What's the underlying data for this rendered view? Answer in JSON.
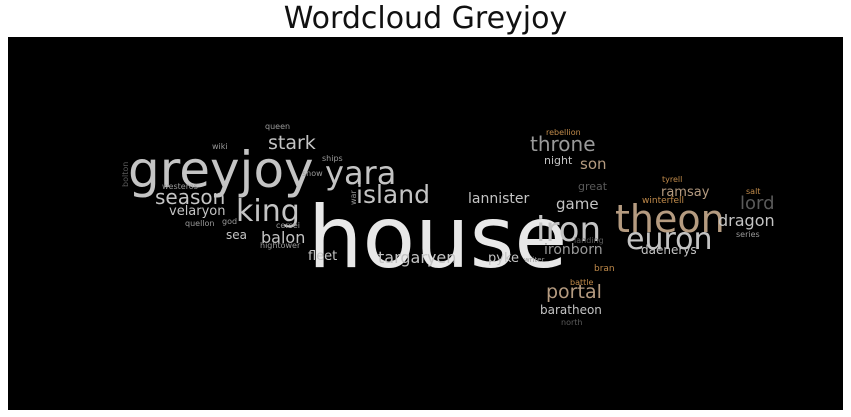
{
  "title": "Wordcloud Greyjoy",
  "palette": {
    "background": "#000000",
    "white": "#e8e8e8",
    "light_gray": "#c4c4c4",
    "mid_gray": "#9a9a9a",
    "dark_gray": "#5a5a5a",
    "tan": "#b59b80",
    "orange": "#c08a4a"
  },
  "words": [
    {
      "text": "house",
      "size": 86,
      "color": "white"
    },
    {
      "text": "greyjoy",
      "size": 50,
      "color": "light_gray"
    },
    {
      "text": "theon",
      "size": 38,
      "color": "tan"
    },
    {
      "text": "iron",
      "size": 34,
      "color": "light_gray"
    },
    {
      "text": "euron",
      "size": 30,
      "color": "light_gray"
    },
    {
      "text": "yara",
      "size": 32,
      "color": "light_gray"
    },
    {
      "text": "king",
      "size": 30,
      "color": "light_gray"
    },
    {
      "text": "island",
      "size": 25,
      "color": "light_gray"
    },
    {
      "text": "season",
      "size": 20,
      "color": "light_gray"
    },
    {
      "text": "stark",
      "size": 19,
      "color": "light_gray"
    },
    {
      "text": "throne",
      "size": 20,
      "color": "mid_gray"
    },
    {
      "text": "portal",
      "size": 19,
      "color": "tan"
    },
    {
      "text": "lord",
      "size": 18,
      "color": "dark_gray"
    },
    {
      "text": "dragon",
      "size": 16,
      "color": "light_gray"
    },
    {
      "text": "targaryen",
      "size": 16,
      "color": "light_gray"
    },
    {
      "text": "balon",
      "size": 16,
      "color": "light_gray"
    },
    {
      "text": "son",
      "size": 15,
      "color": "tan"
    },
    {
      "text": "game",
      "size": 15,
      "color": "light_gray"
    },
    {
      "text": "ironborn",
      "size": 14,
      "color": "mid_gray"
    },
    {
      "text": "lannister",
      "size": 14,
      "color": "light_gray"
    },
    {
      "text": "velaryon",
      "size": 13,
      "color": "light_gray"
    },
    {
      "text": "ramsay",
      "size": 13,
      "color": "tan"
    },
    {
      "text": "fleet",
      "size": 13,
      "color": "light_gray"
    },
    {
      "text": "pyke",
      "size": 13,
      "color": "light_gray"
    },
    {
      "text": "baratheon",
      "size": 12,
      "color": "light_gray"
    },
    {
      "text": "daenerys",
      "size": 12,
      "color": "light_gray"
    },
    {
      "text": "sea",
      "size": 12,
      "color": "light_gray"
    },
    {
      "text": "great",
      "size": 11,
      "color": "dark_gray"
    },
    {
      "text": "night",
      "size": 11,
      "color": "light_gray"
    },
    {
      "text": "winterfell",
      "size": 9,
      "color": "orange"
    },
    {
      "text": "bran",
      "size": 9,
      "color": "orange"
    },
    {
      "text": "wiki",
      "size": 8,
      "color": "mid_gray"
    },
    {
      "text": "queen",
      "size": 8,
      "color": "mid_gray"
    },
    {
      "text": "ships",
      "size": 8,
      "color": "mid_gray"
    },
    {
      "text": "snow",
      "size": 8,
      "color": "mid_gray"
    },
    {
      "text": "westeros",
      "size": 8,
      "color": "mid_gray"
    },
    {
      "text": "cersei",
      "size": 8,
      "color": "mid_gray"
    },
    {
      "text": "god",
      "size": 8,
      "color": "mid_gray"
    },
    {
      "text": "quellon",
      "size": 8,
      "color": "mid_gray"
    },
    {
      "text": "hightower",
      "size": 8,
      "color": "mid_gray"
    },
    {
      "text": "bolton",
      "size": 8,
      "color": "dark_gray"
    },
    {
      "text": "war",
      "size": 8,
      "color": "mid_gray"
    },
    {
      "text": "rebellion",
      "size": 8,
      "color": "orange"
    },
    {
      "text": "tyrell",
      "size": 8,
      "color": "orange"
    },
    {
      "text": "salt",
      "size": 8,
      "color": "orange"
    },
    {
      "text": "series",
      "size": 8,
      "color": "mid_gray"
    },
    {
      "text": "landing",
      "size": 8,
      "color": "dark_gray"
    },
    {
      "text": "writer",
      "size": 7,
      "color": "mid_gray"
    },
    {
      "text": "battle",
      "size": 8,
      "color": "orange"
    },
    {
      "text": "north",
      "size": 8,
      "color": "dark_gray"
    }
  ]
}
